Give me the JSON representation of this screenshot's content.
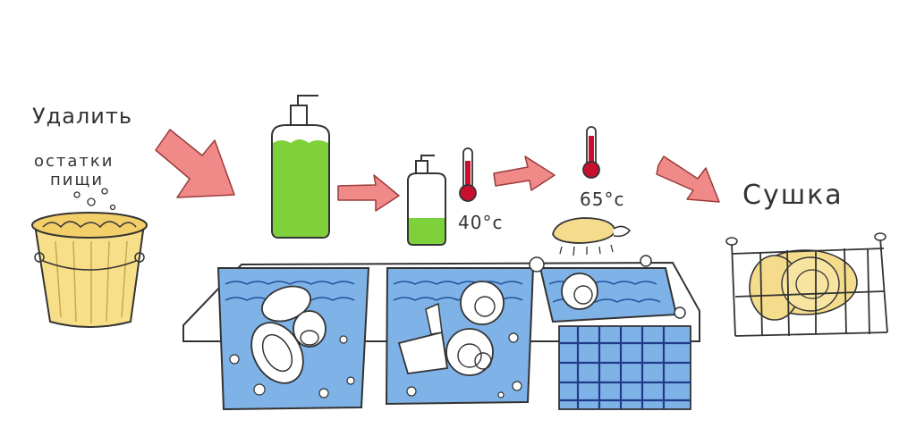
{
  "labels": {
    "remove_line1": "Удалить",
    "remove_line2": "остатки",
    "remove_line3": "пищи",
    "temp_wash": "40°c",
    "temp_rinse": "65°c",
    "drying": "Сушка"
  },
  "colors": {
    "arrow": "#f08a88",
    "soap": "#7fd13b",
    "water": "#7fb2e6",
    "thermometer": "#c8102e",
    "bucket": "#f7df8a",
    "plates": "#f5dc8c",
    "towel_grid": "#1f3b8a"
  },
  "icons": [
    "bucket-icon",
    "soap-bottle-large-icon",
    "soap-bottle-small-icon",
    "thermometer-icon",
    "sponge-icon",
    "sink-icon",
    "dish-rack-icon",
    "arrow-icon"
  ]
}
